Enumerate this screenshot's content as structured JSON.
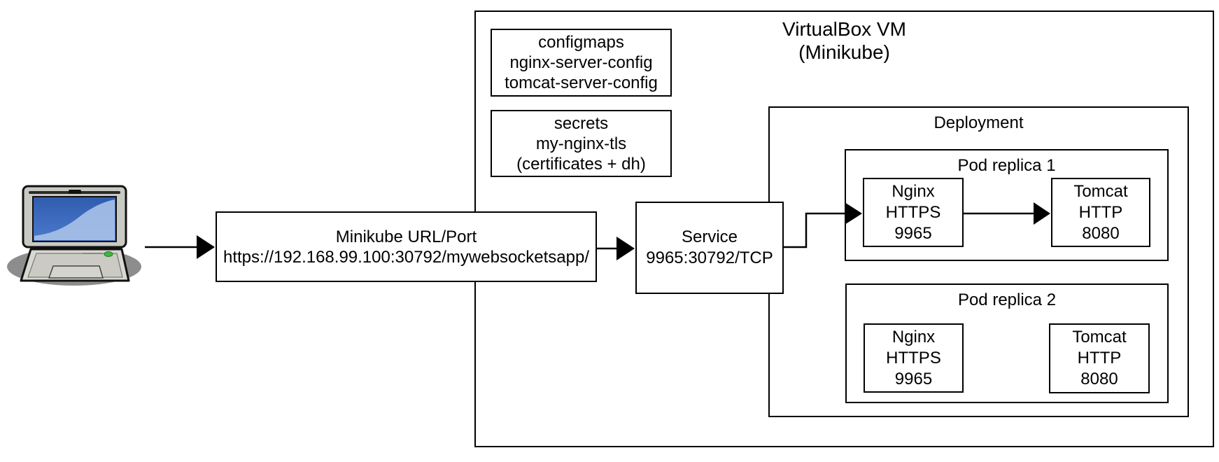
{
  "colors": {
    "background": "#ffffff",
    "line": "#000000",
    "node_fill": "#ffffff",
    "laptop_shadow": "#8d8d8d",
    "laptop_body": "#d8d8d2",
    "laptop_body_inner": "#cbcbc3",
    "laptop_bezel": "#c9c9c4",
    "laptop_screen_top": "#2f5cad",
    "laptop_screen_bottom": "#4d7ace",
    "laptop_screen_highlight": "#a9c2e8",
    "laptop_touchpad": "#d4d4ce",
    "laptop_led": "#3cb83c"
  },
  "nodes": {
    "client": {
      "icon": "laptop-icon"
    },
    "minikube_url": {
      "line1": "Minikube URL/Port",
      "line2": "https://192.168.99.100:30792/mywebsocketsapp/"
    },
    "vm": {
      "line1": "VirtualBox VM",
      "line2": "(Minikube)"
    },
    "configmaps": {
      "line1": "configmaps",
      "line2": "nginx-server-config",
      "line3": "tomcat-server-config"
    },
    "secrets": {
      "line1": "secrets",
      "line2": "my-nginx-tls",
      "line3": "(certificates + dh)"
    },
    "service": {
      "line1": "Service",
      "line2": "9965:30792/TCP"
    },
    "deployment": {
      "title": "Deployment"
    },
    "pod1": {
      "title": "Pod replica 1",
      "nginx": {
        "line1": "Nginx",
        "line2": "HTTPS",
        "line3": "9965"
      },
      "tomcat": {
        "line1": "Tomcat",
        "line2": "HTTP",
        "line3": "8080"
      }
    },
    "pod2": {
      "title": "Pod replica 2",
      "nginx": {
        "line1": "Nginx",
        "line2": "HTTPS",
        "line3": "9965"
      },
      "tomcat": {
        "line1": "Tomcat",
        "line2": "HTTP",
        "line3": "8080"
      }
    }
  }
}
